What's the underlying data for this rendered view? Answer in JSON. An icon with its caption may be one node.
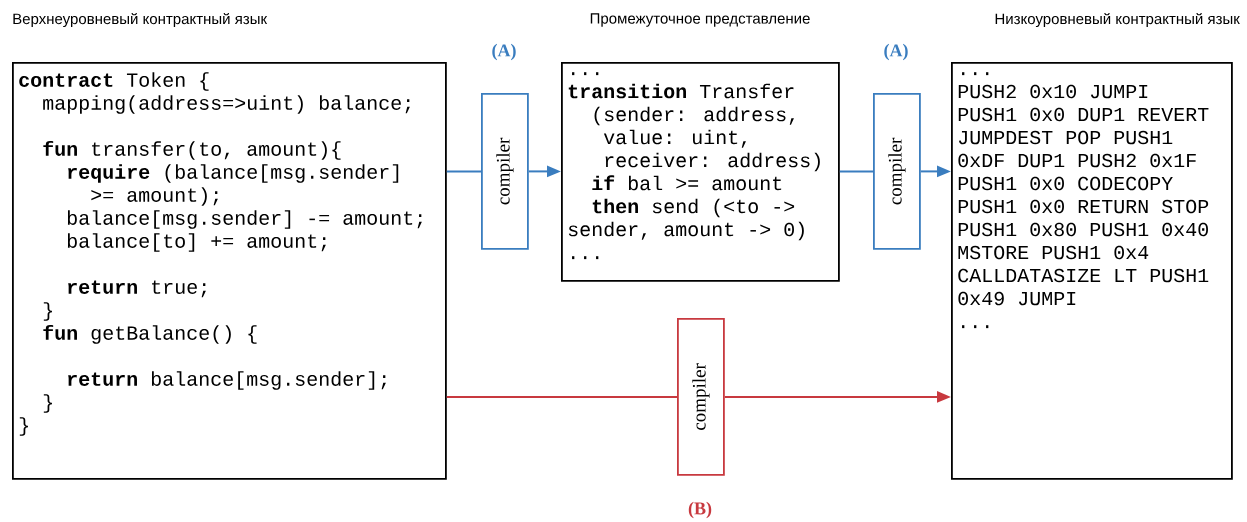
{
  "diagram": {
    "nodes": [
      {
        "text": [
          "Верхнеуровневый контрактный язык",
          "**contract** Token {",
          "mapping(address=>uint) balance;",
          "**fun** transfer(to, amount){",
          "**require** (balance[msg.sender]",
          ">= amount);",
          "balance[msg.sender] -= amount;",
          "balance[to] += amount;",
          "**return** true;",
          "}",
          "**fun** getBalance() {",
          "**return** balance[msg.sender];",
          "}",
          "}"
        ]
      },
      {
        "text": [
          "compiler"
        ],
        "beside": [
          "(A)"
        ]
      },
      {
        "text": [
          "Промежуточное представление",
          "...",
          "**transition** Transfer",
          "(sender: address,",
          "value: uint,",
          "receiver: address)",
          "**if** bal >= amount",
          "**then** send (<to ->",
          "sender, amount -> 0)",
          "..."
        ]
      },
      {
        "text": [
          "compiler"
        ],
        "beside": [
          "(A)"
        ]
      },
      {
        "text": [
          "Низкоуровневый контрактный язык",
          "...",
          "PUSH2 0x10 JUMPI",
          "PUSH1 0x0 DUP1 REVERT",
          "JUMPDEST POP PUSH1",
          "0xDF DUP1 PUSH2 0x1F",
          "PUSH1 0x0 CODECOPY",
          "PUSH1 0x0 RETURN STOP",
          "PUSH1 0x80 PUSH1 0x40",
          "MSTORE PUSH1 0x4",
          "CALLDATASIZE LT PUSH1",
          "0x49 JUMPI",
          "..."
        ]
      },
      {
        "text": [
          "compiler"
        ],
        "beside": [
          "(B)"
        ]
      }
    ],
    "edges": [
      {
        "from": 0,
        "to": 1,
        "arrow": "none"
      },
      {
        "from": 1,
        "to": 2,
        "arrow": "to"
      },
      {
        "from": 2,
        "to": 3,
        "arrow": "none"
      },
      {
        "from": 3,
        "to": 4,
        "arrow": "to"
      },
      {
        "from": 0,
        "to": 5,
        "arrow": "none",
        "color": "#c8393f"
      },
      {
        "from": 5,
        "to": 4,
        "arrow": "to",
        "color": "#c8393f"
      }
    ]
  }
}
